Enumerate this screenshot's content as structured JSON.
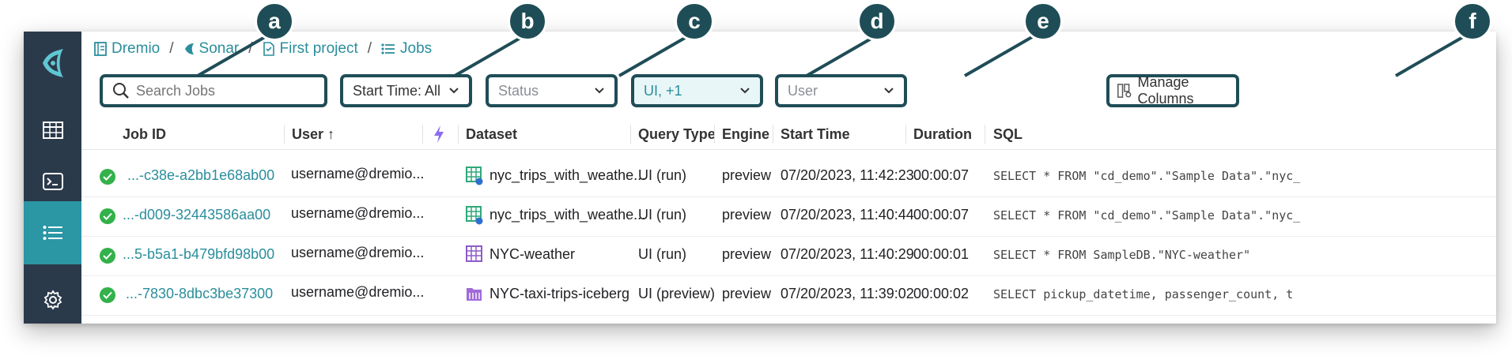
{
  "breadcrumb": {
    "items": [
      {
        "label": "Dremio",
        "icon": "catalog-icon"
      },
      {
        "label": "Sonar",
        "icon": "sonar-icon"
      },
      {
        "label": "First project",
        "icon": "project-icon"
      },
      {
        "label": "Jobs",
        "icon": "list-icon"
      }
    ],
    "separator": "/"
  },
  "filters": {
    "search_placeholder": "Search Jobs",
    "start_time": "Start Time: All",
    "status": "Status",
    "query_type": "UI, +1",
    "user": "User",
    "manage_columns": "Manage Columns"
  },
  "table": {
    "headers": {
      "job_id": "Job ID",
      "user": "User ↑",
      "dataset": "Dataset",
      "query_type": "Query Type",
      "engine": "Engine",
      "start_time": "Start Time",
      "duration": "Duration",
      "sql": "SQL"
    },
    "rows": [
      {
        "job_id": "...-c38e-a2bb1e68ab00",
        "user": "username@dremio...",
        "dataset": "nyc_trips_with_weathe...",
        "dataset_icon": "virtual-dataset-icon",
        "query_type": "UI (run)",
        "engine": "preview",
        "start_time": "07/20/2023, 11:42:23",
        "duration": "00:00:07",
        "sql": "SELECT * FROM \"cd_demo\".\"Sample Data\".\"nyc_"
      },
      {
        "job_id": "...-d009-32443586aa00",
        "user": "username@dremio...",
        "dataset": "nyc_trips_with_weathe...",
        "dataset_icon": "virtual-dataset-icon",
        "query_type": "UI (run)",
        "engine": "preview",
        "start_time": "07/20/2023, 11:40:44",
        "duration": "00:00:07",
        "sql": "SELECT * FROM \"cd_demo\".\"Sample Data\".\"nyc_"
      },
      {
        "job_id": "...5-b5a1-b479bfd98b00",
        "user": "username@dremio...",
        "dataset": "NYC-weather",
        "dataset_icon": "physical-dataset-icon",
        "query_type": "UI (run)",
        "engine": "preview",
        "start_time": "07/20/2023, 11:40:29",
        "duration": "00:00:01",
        "sql": "SELECT * FROM SampleDB.\"NYC-weather\""
      },
      {
        "job_id": "...-7830-8dbc3be37300",
        "user": "username@dremio...",
        "dataset": "NYC-taxi-trips-iceberg",
        "dataset_icon": "iceberg-table-icon",
        "query_type": "UI (preview)",
        "engine": "preview",
        "start_time": "07/20/2023, 11:39:02",
        "duration": "00:00:02",
        "sql": "SELECT pickup_datetime, passenger_count, t"
      }
    ]
  },
  "callouts": [
    "a",
    "b",
    "c",
    "d",
    "e",
    "f"
  ],
  "colors": {
    "sidebar": "#2b3a4a",
    "sidebar_active": "#2b96a4",
    "accent": "#2a8e9c",
    "callout": "#1f4d57",
    "success": "#33b14a"
  }
}
